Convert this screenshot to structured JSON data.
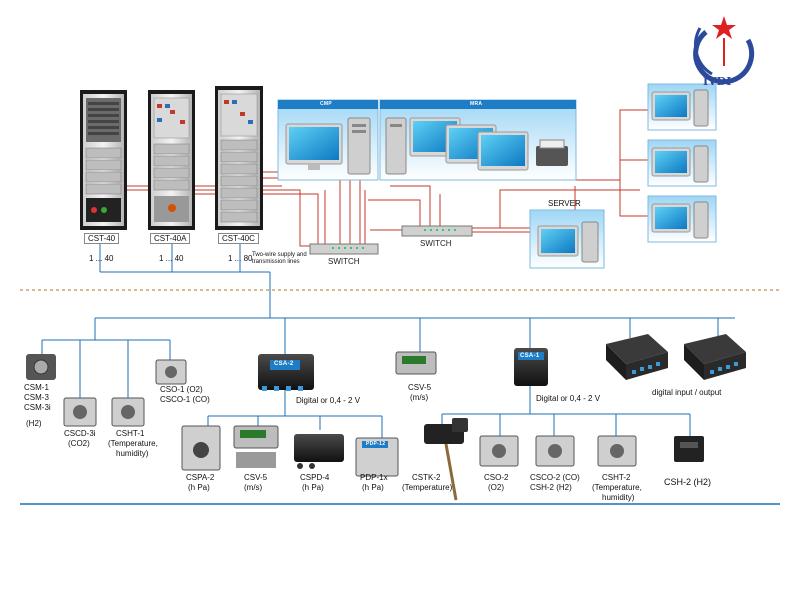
{
  "logo": {
    "text": "IVDI"
  },
  "cabinets": [
    {
      "label": "CST-40",
      "range": "1 ... 40"
    },
    {
      "label": "CST-40A",
      "range": "1 ... 40"
    },
    {
      "label": "CST-40C",
      "range": "1 ... 80"
    }
  ],
  "two_wire": [
    "Two-wire supply and",
    "transmission lines"
  ],
  "cmp": {
    "title": "CMP"
  },
  "mra": {
    "title": "MRA"
  },
  "server": {
    "title": "SERVER"
  },
  "switches": [
    "SWITCH",
    "SWITCH"
  ],
  "left_sensors": {
    "csm": [
      "CSM-1",
      "CSM-3",
      "CSM-3i",
      "(H2)"
    ],
    "cscd": [
      "CSCD-3i",
      "(CO2)"
    ],
    "csht": [
      "CSHT-1",
      "(Temperature,",
      "humidity)"
    ],
    "cso": [
      "CSO-1 (O2)",
      "CSCO-1 (CO)"
    ]
  },
  "csa2": {
    "badge": "CSA-2",
    "signal": "Digital or 0,4 - 2 V"
  },
  "csa1": {
    "badge": "CSA-1",
    "signal": "Digital or 0,4 - 2 V"
  },
  "csv5_top": [
    "CSV-5",
    "(m/s)"
  ],
  "dio": {
    "label": "digital input / output"
  },
  "bottom_a": [
    [
      "CSPA-2",
      "(h Pa)"
    ],
    [
      "CSV-5",
      "(m/s)"
    ],
    [
      "CSPD-4",
      "(h Pa)"
    ],
    [
      "PDP-1x",
      "(h Pa)"
    ]
  ],
  "pdp_badge": "PDP-12",
  "bottom_b": [
    [
      "CSTK-2",
      "(Temperature)"
    ],
    [
      "CSO-2",
      "(O2)"
    ],
    [
      "CSCO-2 (CO)",
      "CSH-2 (H2)"
    ],
    [
      "CSHT-2",
      "(Temperature,",
      "humidity)"
    ],
    [
      "CSH-2 (H2)"
    ]
  ]
}
